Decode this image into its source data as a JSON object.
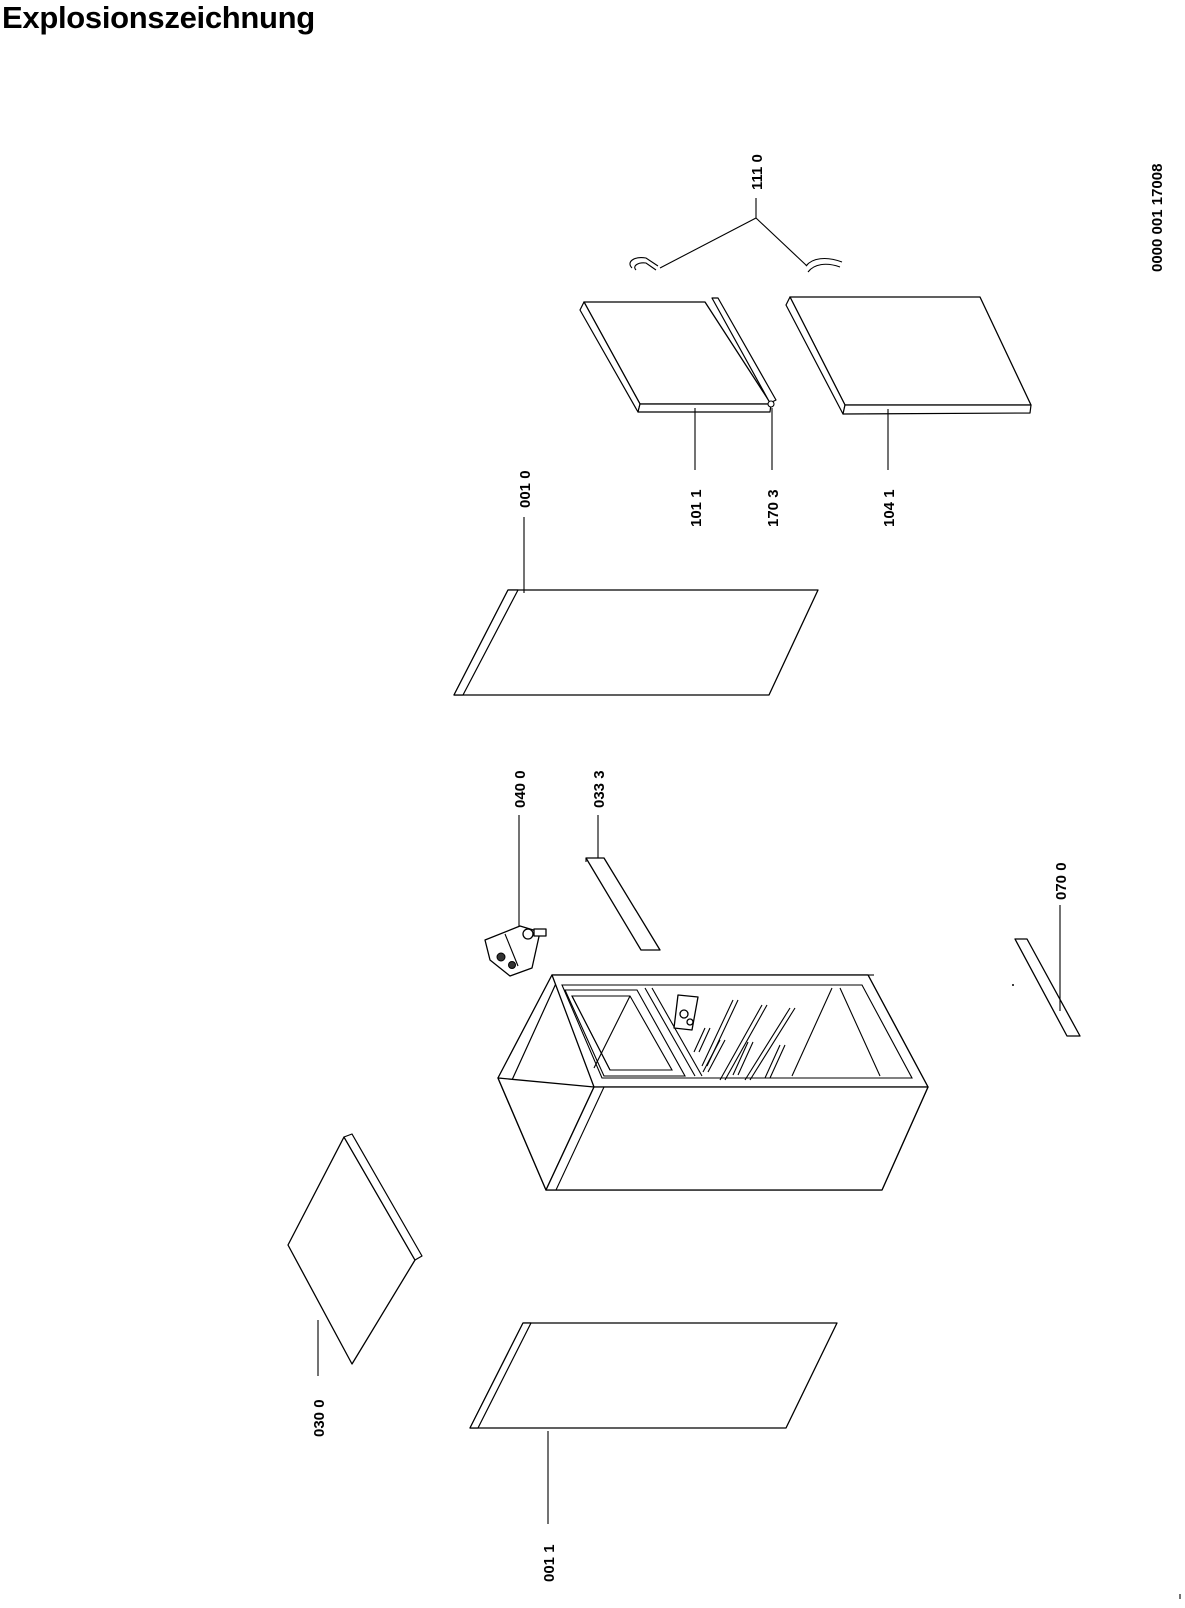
{
  "page": {
    "title": "Explosionszeichnung",
    "document_number": "0000 001 17008"
  },
  "diagram": {
    "part_labels": {
      "p0011": "001 1",
      "p0300": "030 0",
      "p0400": "040 0",
      "p0333": "033 3",
      "p0010": "001 0",
      "p0700": "070 0",
      "p1011": "101 1",
      "p1703": "170 3",
      "p1041": "104 1",
      "p1110": "111 0"
    },
    "colors": {
      "line": "#000000",
      "fill": "#ffffff"
    }
  }
}
